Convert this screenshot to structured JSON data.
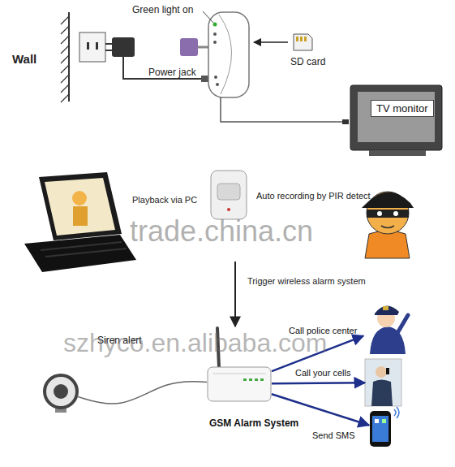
{
  "diagram": {
    "nodes": [
      {
        "text": [
          "TV monitor"
        ]
      },
      {
        "text": [
          "Siren alert"
        ]
      },
      {
        "text": [
          "GSM Alarm System"
        ]
      },
      {
        "text": [
          "Call police center"
        ]
      },
      {
        "text": [
          "Call your cells"
        ]
      },
      {
        "text": [
          "Send SMS"
        ]
      }
    ],
    "edges": [
      {
        "from": 2,
        "to": 3,
        "arrow": "to"
      },
      {
        "from": 2,
        "to": 4,
        "arrow": "to"
      },
      {
        "from": 2,
        "to": 5,
        "arrow": "to"
      },
      {
        "from": 1,
        "to": 2,
        "arrow": "none"
      }
    ],
    "labels": [
      "Wall",
      "Green light on",
      "Power jack",
      "SD card",
      "Playback via PC",
      "Auto recording by PIR detect",
      "trade.china.cn",
      "Trigger wireless alarm system",
      "szhyco.en.alibaba.com"
    ]
  }
}
